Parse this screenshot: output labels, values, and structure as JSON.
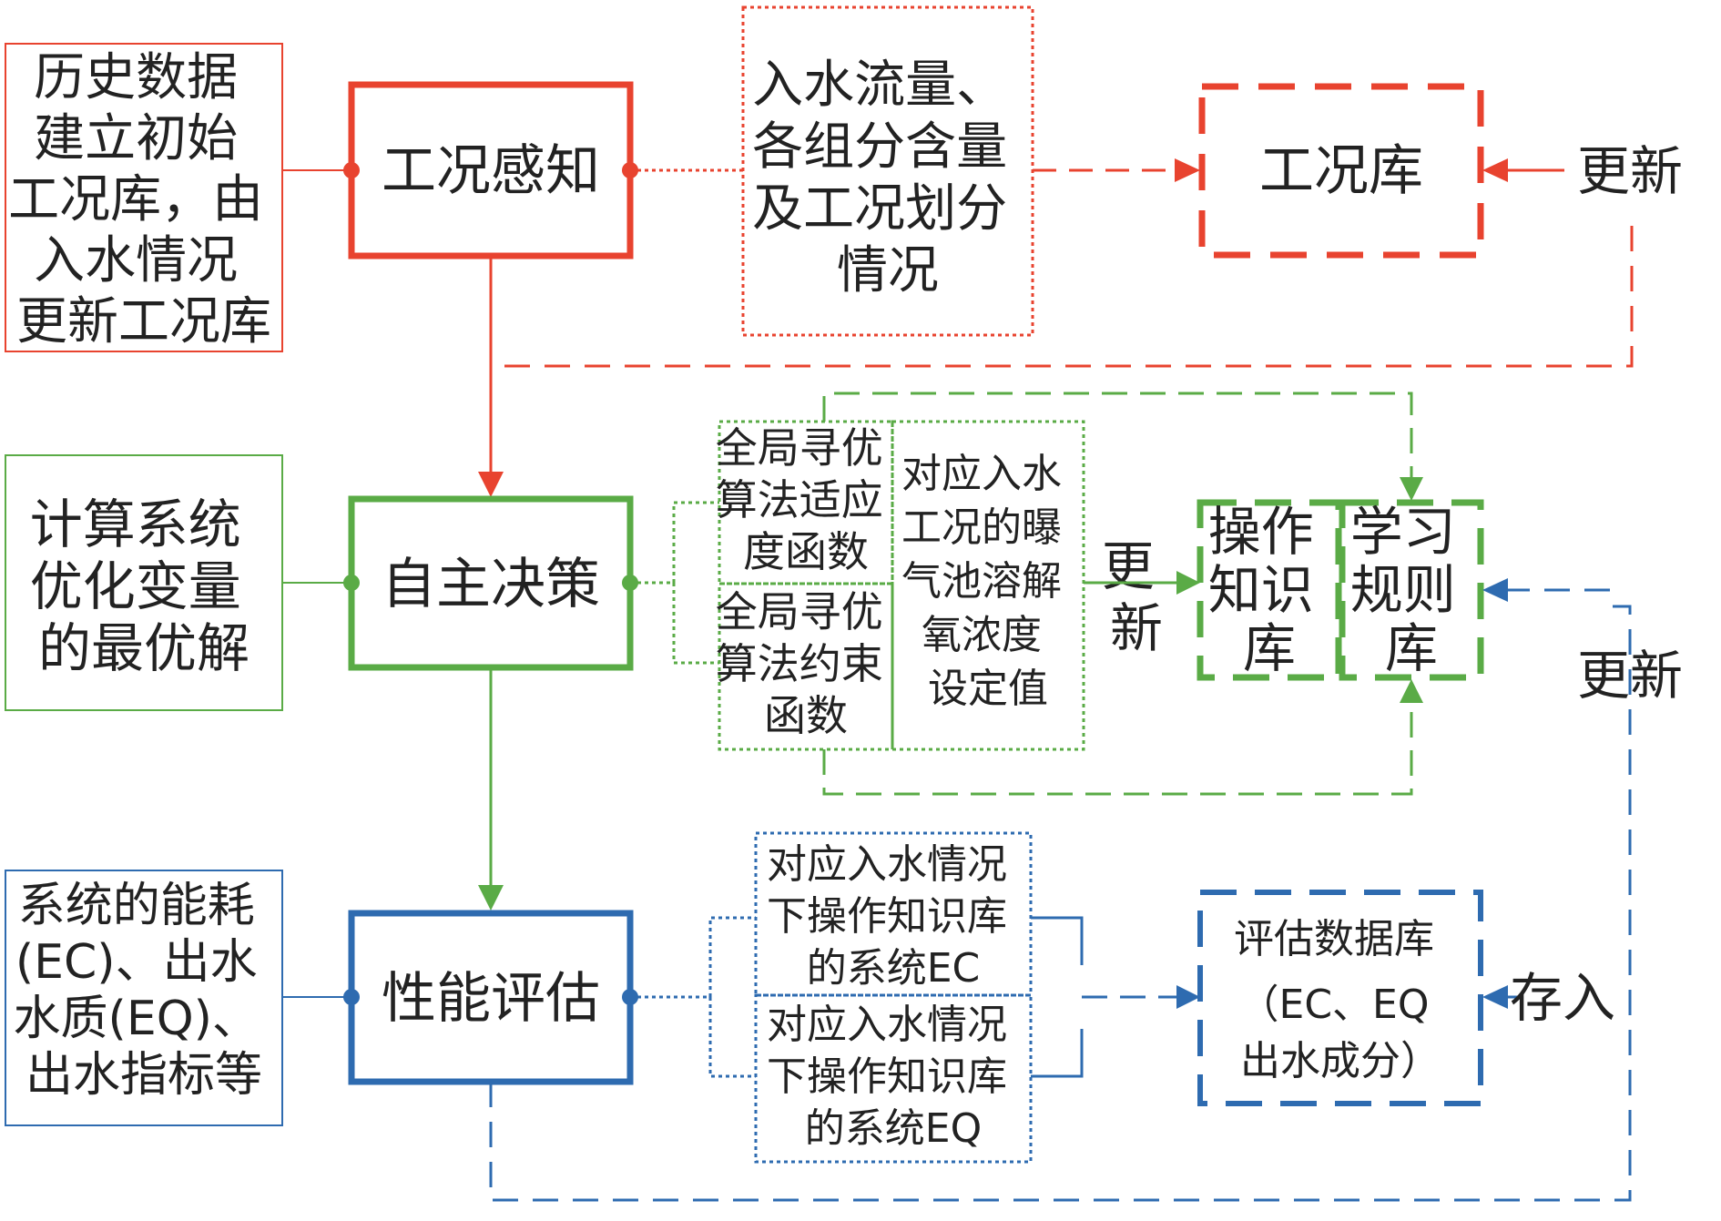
{
  "colors": {
    "red": "#e8432f",
    "green": "#5aab46",
    "blue": "#2e6bb0",
    "text": "#222222"
  },
  "stage_perception": {
    "source_lines": [
      "历史数据",
      "建立初始",
      "工况库，由",
      "入水情况",
      "更新工况库"
    ],
    "main": "工况感知",
    "output_lines": [
      "入水流量、",
      "各组分含量",
      "及工况划分",
      "情况"
    ],
    "library": "工况库",
    "update": "更新"
  },
  "stage_decision": {
    "source_lines": [
      "计算系统",
      "优化变量",
      "的最优解"
    ],
    "main": "自主决策",
    "fitness_lines": [
      "全局寻优",
      "算法适应",
      "度函数"
    ],
    "constraint_lines": [
      "全局寻优",
      "算法约束",
      "函数"
    ],
    "setpoint_lines": [
      "对应入水",
      "工况的曝",
      "气池溶解",
      "氧浓度",
      "设定值"
    ],
    "update_lines": [
      "更",
      "新"
    ],
    "knowledge_lines": [
      "操作",
      "知识",
      "库"
    ],
    "rule_lines": [
      "学习",
      "规则",
      "库"
    ]
  },
  "stage_evaluation": {
    "source_lines": [
      "系统的能耗",
      "(EC)、出水",
      "水质(EQ)、",
      "出水指标等"
    ],
    "main": "性能评估",
    "ec_lines": [
      "对应入水情况",
      "下操作知识库",
      "的系统EC"
    ],
    "eq_lines": [
      "对应入水情况",
      "下操作知识库",
      "的系统EQ"
    ],
    "db_lines": [
      "评估数据库",
      "（EC、EQ",
      "出水成分）"
    ],
    "store": "存入",
    "update": "更新"
  }
}
